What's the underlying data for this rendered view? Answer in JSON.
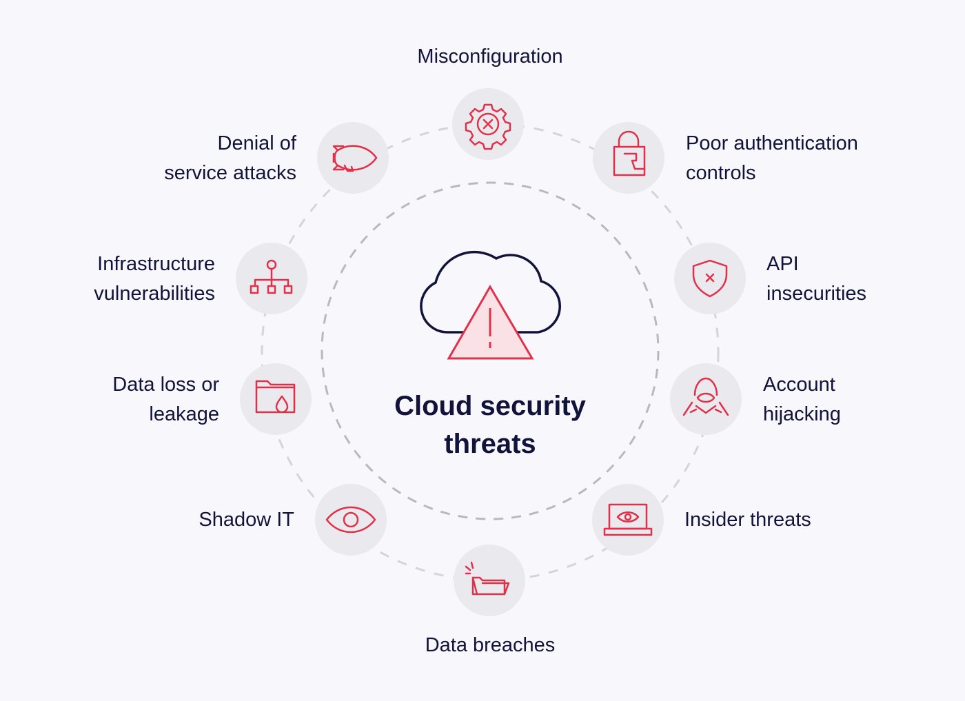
{
  "title": [
    "Cloud security",
    "threats"
  ],
  "colors": {
    "accent": "#e0314b",
    "circle": "#e9e9ee",
    "text": "#12133a",
    "dash": "#c4c4cc",
    "background": "#f8f8fc"
  },
  "threats": [
    {
      "icon": "gear-x-icon",
      "lines": [
        "Misconfiguration"
      ]
    },
    {
      "icon": "broken-lock-icon",
      "lines": [
        "Poor authentication",
        "controls"
      ]
    },
    {
      "icon": "shield-x-icon",
      "lines": [
        "API",
        "insecurities"
      ]
    },
    {
      "icon": "hooded-hacker-icon",
      "lines": [
        "Account",
        "hijacking"
      ]
    },
    {
      "icon": "laptop-eye-icon",
      "lines": [
        "Insider threats"
      ]
    },
    {
      "icon": "open-folder-icon",
      "lines": [
        "Data breaches"
      ]
    },
    {
      "icon": "eye-icon",
      "lines": [
        "Shadow IT"
      ]
    },
    {
      "icon": "folder-drop-icon",
      "lines": [
        "Data loss or",
        "leakage"
      ]
    },
    {
      "icon": "network-hierarchy-icon",
      "lines": [
        "Infrastructure",
        "vulnerabilities"
      ]
    },
    {
      "icon": "blimp-icon",
      "lines": [
        "Denial of",
        "service attacks"
      ]
    }
  ]
}
